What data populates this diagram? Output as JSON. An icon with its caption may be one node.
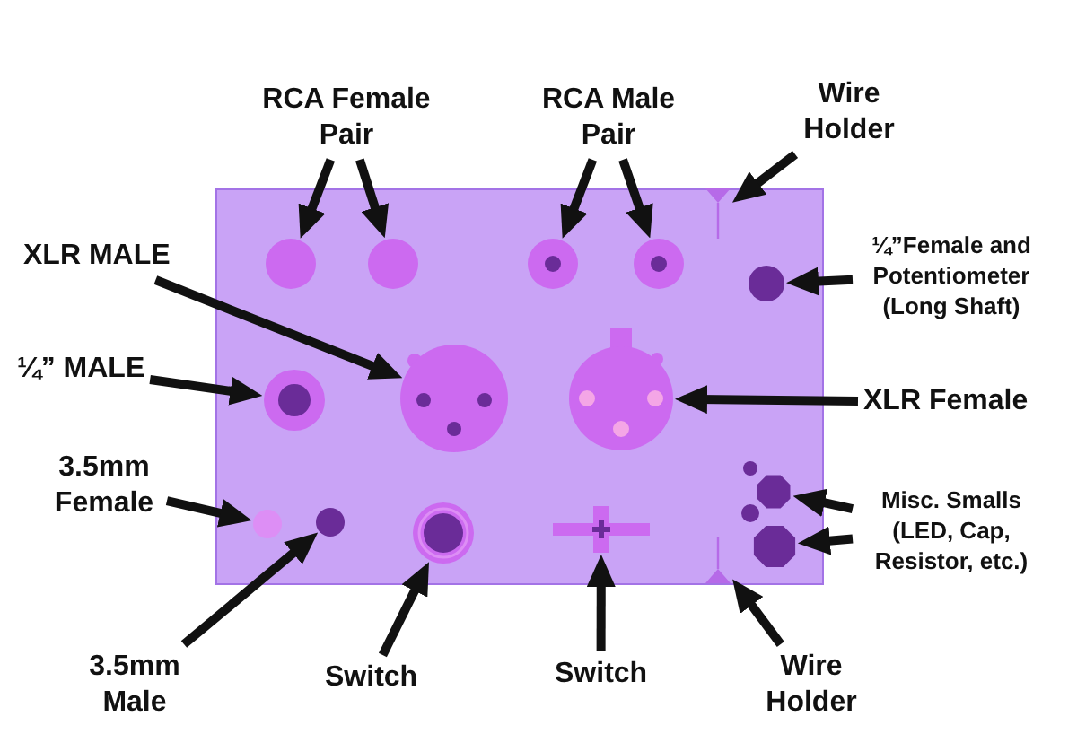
{
  "diagram": {
    "nodes": [
      {
        "text": [
          "RCA Female Pair"
        ]
      },
      {
        "text": [
          "RCA Male Pair"
        ]
      },
      {
        "text": [
          "Wire Holder"
        ]
      },
      {
        "text": [],
        "shape": "box"
      },
      {
        "text": [],
        "shape": "circle",
        "in": 3
      },
      {
        "text": [],
        "shape": "circle",
        "in": 3
      },
      {
        "text": [],
        "shape": "circle",
        "in": 3
      },
      {
        "text": [],
        "shape": "circle",
        "in": 3
      },
      {
        "text": [],
        "shape": "triangle",
        "in": 3
      },
      {
        "text": [],
        "shape": "circle",
        "in": 3
      },
      {
        "text": [],
        "shape": "circle",
        "in": 3
      },
      {
        "text": [],
        "shape": "circle",
        "in": 3
      },
      {
        "text": [],
        "shape": "circle",
        "in": 3
      },
      {
        "text": [],
        "shape": "circle",
        "in": 3
      },
      {
        "text": [],
        "shape": "octagon",
        "in": 3
      },
      {
        "text": [],
        "shape": "circle",
        "in": 3
      },
      {
        "text": [],
        "shape": "octagon",
        "in": 3
      },
      {
        "text": [],
        "shape": "circle",
        "in": 3
      },
      {
        "text": [],
        "shape": "circle",
        "in": 3
      },
      {
        "text": [],
        "shape": "circle",
        "in": 3
      },
      {
        "text": [],
        "shape": "cross",
        "in": 3
      },
      {
        "text": [],
        "shape": "triangle",
        "in": 3
      },
      {
        "text": [
          "XLR MALE"
        ]
      },
      {
        "text": [
          "¼”Female and Potentiometer (Long Shaft)"
        ]
      },
      {
        "text": [
          "¼” MALE"
        ]
      },
      {
        "text": [
          "XLR Female"
        ]
      },
      {
        "text": [
          "3.5mm Female"
        ]
      },
      {
        "text": [
          "Misc. Smalls (LED, Cap, Resistor, etc.)"
        ]
      },
      {
        "text": [
          "3.5mm Male"
        ]
      },
      {
        "text": [
          "Switch"
        ]
      },
      {
        "text": [
          "Switch"
        ]
      },
      {
        "text": [
          "Wire Holder"
        ]
      }
    ],
    "edges": [
      {
        "from": 0,
        "to": 4,
        "arrow": "to"
      },
      {
        "from": 0,
        "to": 5,
        "arrow": "to"
      },
      {
        "from": 1,
        "to": 6,
        "arrow": "to"
      },
      {
        "from": 1,
        "to": 7,
        "arrow": "to"
      },
      {
        "from": 2,
        "to": 8,
        "arrow": "to"
      },
      {
        "from": 22,
        "to": 11,
        "arrow": "to"
      },
      {
        "from": 23,
        "to": 9,
        "arrow": "to"
      },
      {
        "from": 24,
        "to": 10,
        "arrow": "to"
      },
      {
        "from": 25,
        "to": 12,
        "arrow": "to"
      },
      {
        "from": 26,
        "to": 17,
        "arrow": "to"
      },
      {
        "from": 27,
        "to": 14,
        "arrow": "to"
      },
      {
        "from": 27,
        "to": 16,
        "arrow": "to"
      },
      {
        "from": 28,
        "to": 18,
        "arrow": "to"
      },
      {
        "from": 29,
        "to": 19,
        "arrow": "to"
      },
      {
        "from": 30,
        "to": 20,
        "arrow": "to"
      },
      {
        "from": 31,
        "to": 21,
        "arrow": "to"
      }
    ]
  }
}
